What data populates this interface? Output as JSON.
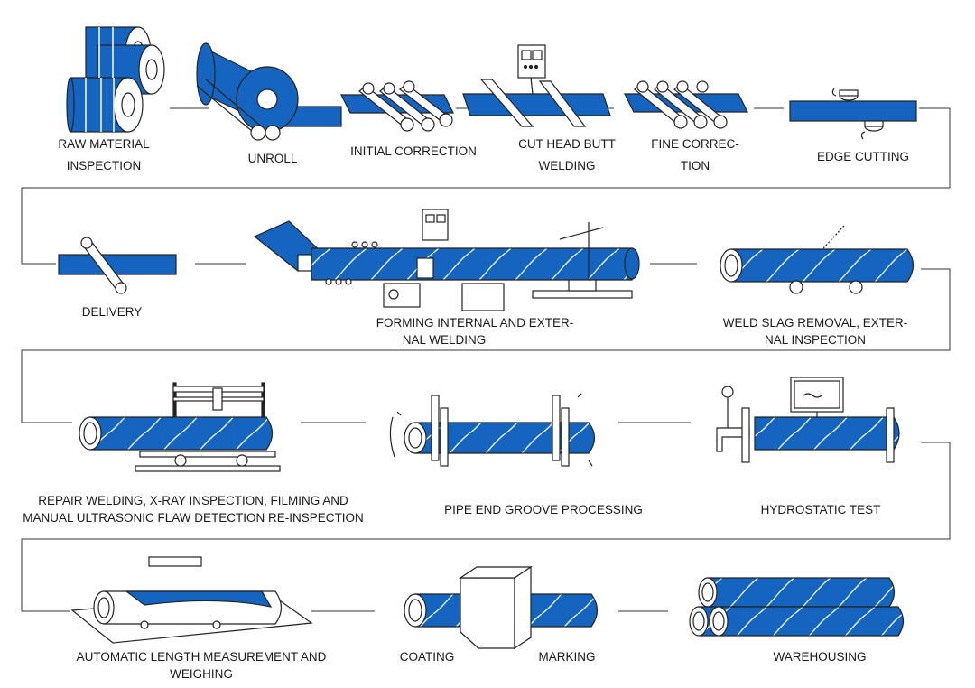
{
  "colors": {
    "steel_blue": "#1565c0",
    "outline": "#222222",
    "connector": "#333333"
  },
  "steps": [
    {
      "id": "raw-material-inspection",
      "lines": [
        "RAW MATERIAL",
        "INSPECTION"
      ]
    },
    {
      "id": "unroll",
      "lines": [
        "UNROLL"
      ]
    },
    {
      "id": "initial-correction",
      "lines": [
        "INITIAL CORRECTION"
      ]
    },
    {
      "id": "cut-head-butt-welding",
      "lines": [
        "CUT HEAD BUTT",
        "WELDING"
      ]
    },
    {
      "id": "fine-correction",
      "lines": [
        "FINE CORREC-",
        "TION"
      ]
    },
    {
      "id": "edge-cutting",
      "lines": [
        "EDGE CUTTING"
      ]
    },
    {
      "id": "delivery",
      "lines": [
        "DELIVERY"
      ]
    },
    {
      "id": "forming-welding",
      "lines": [
        "FORMING INTERNAL AND EXTER-",
        "NAL WELDING"
      ]
    },
    {
      "id": "weld-slag-removal",
      "lines": [
        "WELD SLAG REMOVAL, EXTER-",
        "NAL INSPECTION"
      ]
    },
    {
      "id": "repair-welding",
      "lines": [
        "REPAIR WELDING, X-RAY INSPECTION, FILMING AND",
        "MANUAL ULTRASONIC FLAW DETECTION RE-INSPECTION"
      ]
    },
    {
      "id": "pipe-end-groove",
      "lines": [
        "PIPE END GROOVE PROCESSING"
      ]
    },
    {
      "id": "hydrostatic-test",
      "lines": [
        "HYDROSTATIC TEST"
      ]
    },
    {
      "id": "length-measurement",
      "lines": [
        "AUTOMATIC LENGTH MEASUREMENT AND",
        "WEIGHING"
      ]
    },
    {
      "id": "coating",
      "lines": [
        "COATING"
      ]
    },
    {
      "id": "marking",
      "lines": [
        "MARKING"
      ]
    },
    {
      "id": "warehousing",
      "lines": [
        "WAREHOUSING"
      ]
    }
  ]
}
